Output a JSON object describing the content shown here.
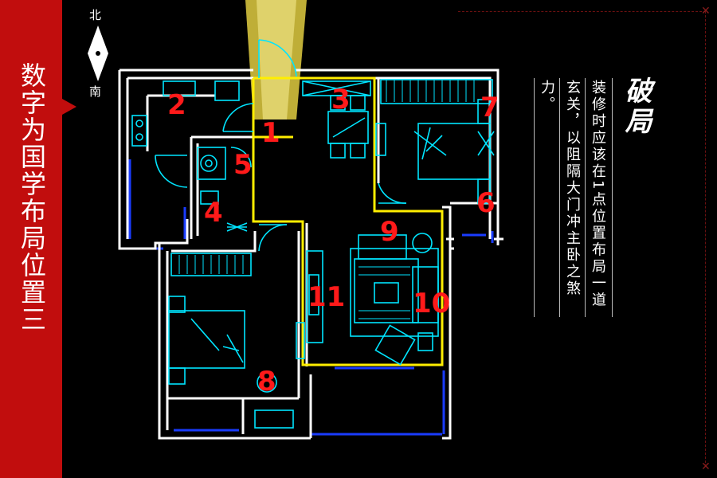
{
  "sidebar": {
    "title": "数字为国学布局位置三",
    "accent": "#c10d0d"
  },
  "compass": {
    "north": "北",
    "south": "南"
  },
  "article": {
    "heading": "破局",
    "lines": [
      "装修时应该在1点位置布局一道",
      "玄关，以阻隔大门冲主卧之煞",
      "力。"
    ]
  },
  "floorplan": {
    "markers": [
      "1",
      "2",
      "3",
      "4",
      "5",
      "6",
      "7",
      "8",
      "9",
      "10",
      "11"
    ],
    "colors": {
      "wall": "#ffffff",
      "fixture": "#00e5ff",
      "window": "#1a3cff",
      "highlight": "#ffee00",
      "marker": "#ff1a1a",
      "light": "#ffe84a"
    }
  }
}
